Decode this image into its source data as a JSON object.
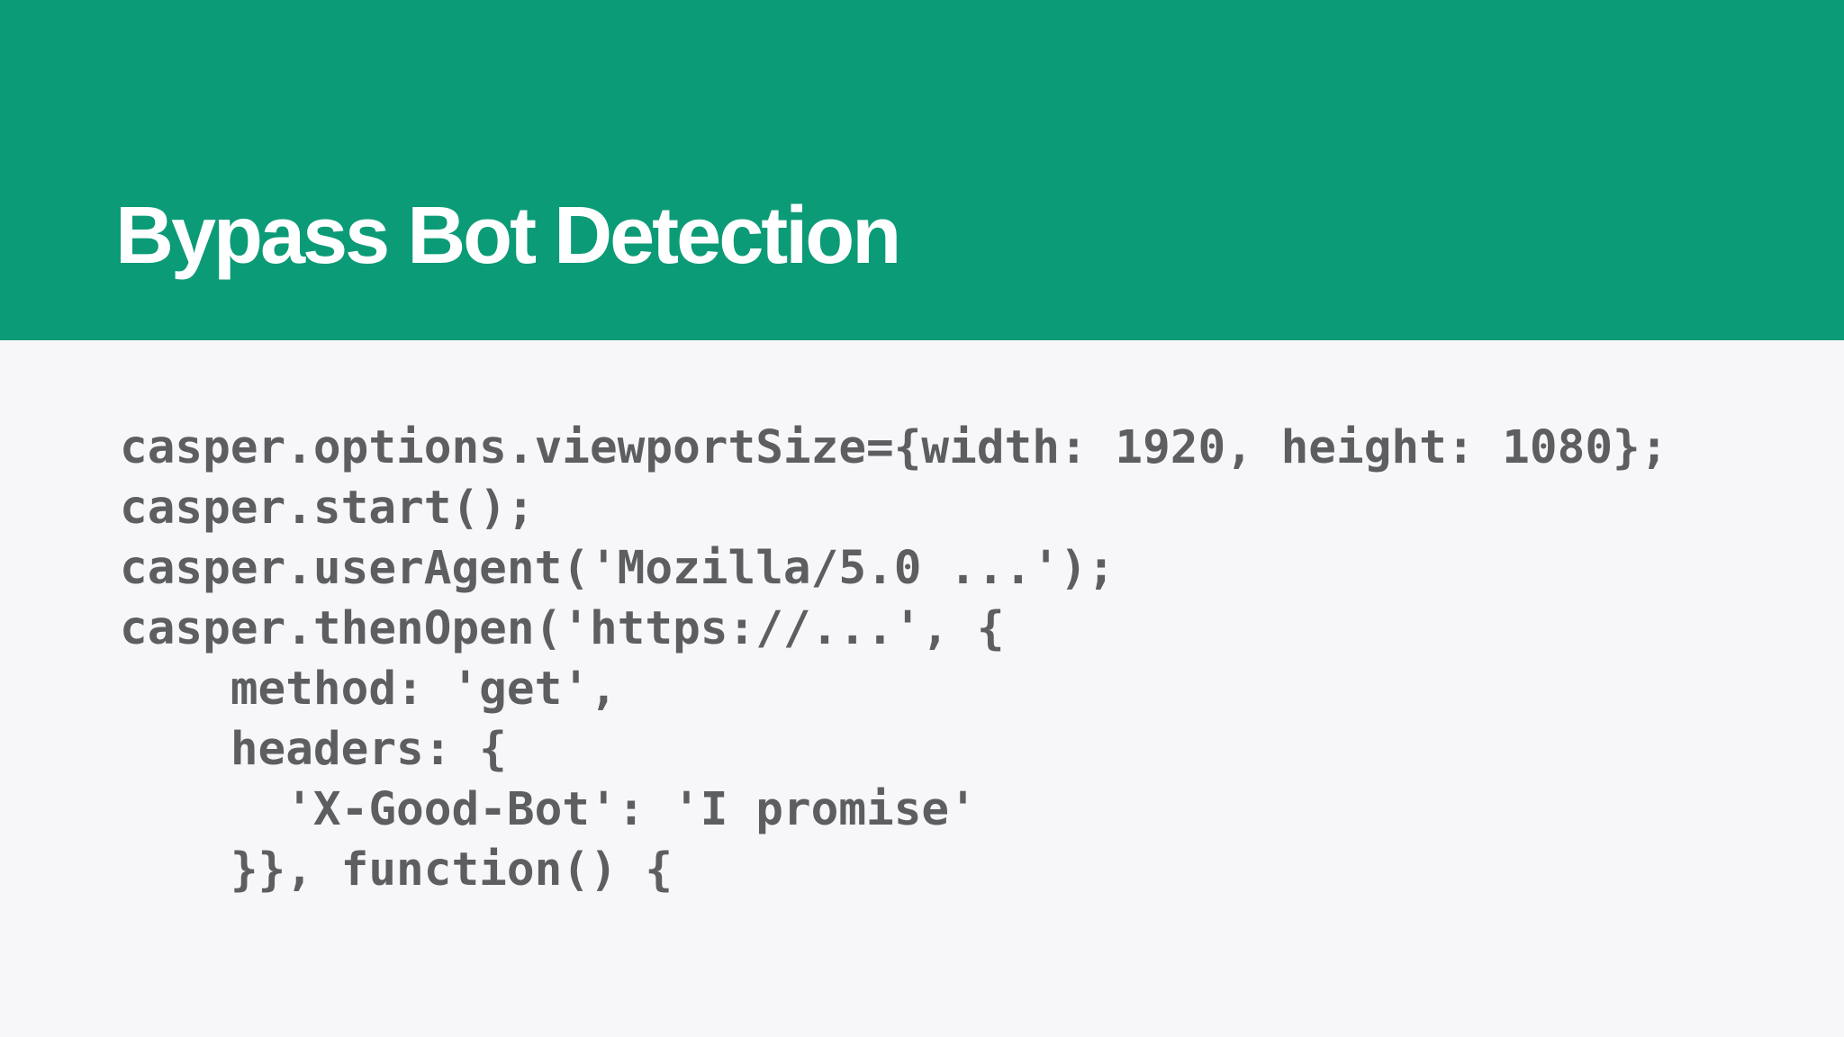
{
  "slide": {
    "title": "Bypass Bot Detection",
    "theme": {
      "header_bg": "#0c9b77",
      "body_bg": "#f7f7f9",
      "title_color": "#ffffff",
      "code_color": "#5d5e60"
    }
  },
  "code": {
    "lines": [
      "casper.options.viewportSize={width: 1920, height: 1080};",
      "casper.start();",
      "casper.userAgent('Mozilla/5.0 ...');",
      "casper.thenOpen('https://...', {",
      "    method: 'get',",
      "    headers: {",
      "      'X-Good-Bot': 'I promise'",
      "    }}, function() {"
    ]
  }
}
